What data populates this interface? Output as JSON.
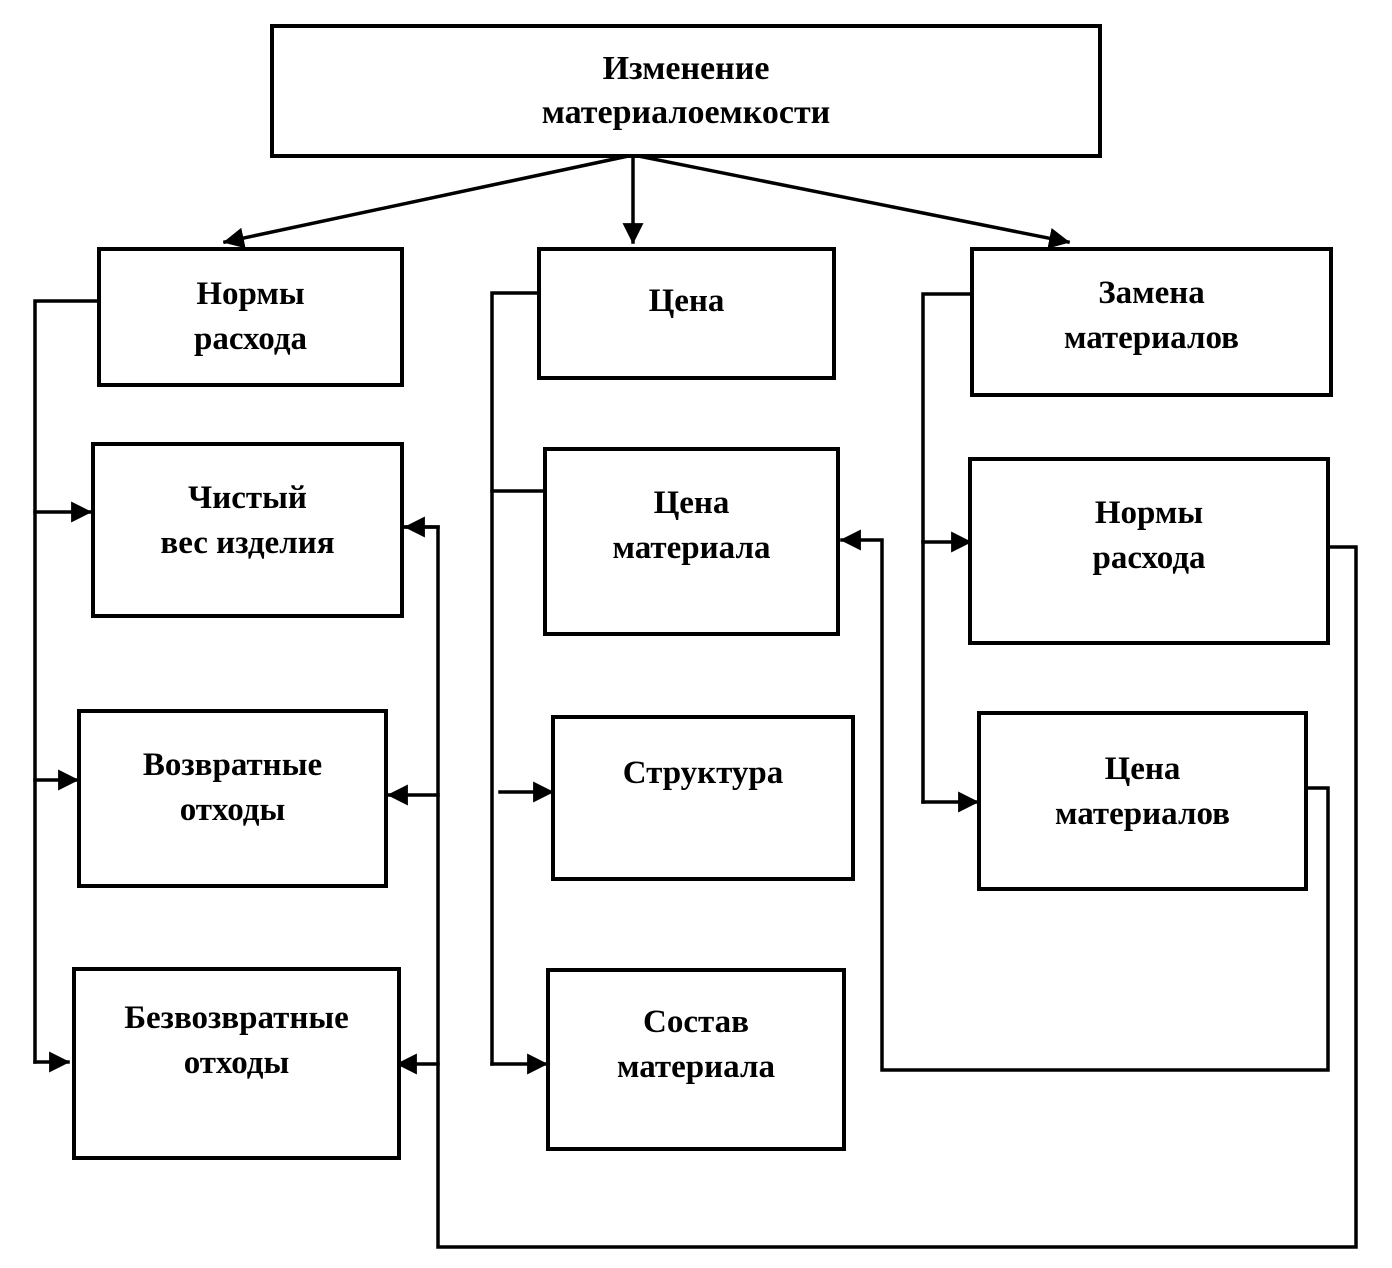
{
  "diagram": {
    "title": "Изменение\nматериалоемкости",
    "columns": {
      "left": {
        "head": "Нормы\nрасхода",
        "items": [
          "Чистый\nвес изделия",
          "Возвратные\nотходы",
          "Безвозвратные\nотходы"
        ]
      },
      "middle": {
        "head": "Цена",
        "items": [
          "Цена\nматериала",
          "Структура",
          "Состав\nматериала"
        ]
      },
      "right": {
        "head": "Замена\nматериалов",
        "items": [
          "Нормы\nрасхода",
          "Цена\nматериалов"
        ]
      }
    }
  }
}
